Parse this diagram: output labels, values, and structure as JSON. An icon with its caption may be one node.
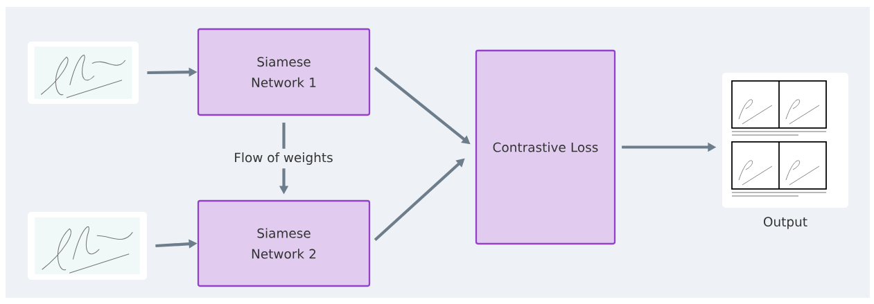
{
  "diagram": {
    "nodes": [
      {
        "text": [],
        "shape": "picture"
      },
      {
        "text": [],
        "shape": "picture"
      },
      {
        "text": [
          "Siamese Network 1"
        ]
      },
      {
        "text": [
          "Siamese Network 2"
        ]
      },
      {
        "text": [
          "Contrastive Loss"
        ]
      },
      {
        "text": [],
        "shape": "picture",
        "beside": [
          "Output"
        ]
      }
    ],
    "edges": [
      {
        "from": 0,
        "to": 2,
        "arrow": "to"
      },
      {
        "from": 1,
        "to": 3,
        "arrow": "to"
      },
      {
        "from": 2,
        "to": 3,
        "arrow": "to",
        "label": "Flow of weights"
      },
      {
        "from": 2,
        "to": 4,
        "arrow": "to"
      },
      {
        "from": 3,
        "to": 4,
        "arrow": "to"
      },
      {
        "from": 4,
        "to": 5,
        "arrow": "to"
      }
    ]
  }
}
